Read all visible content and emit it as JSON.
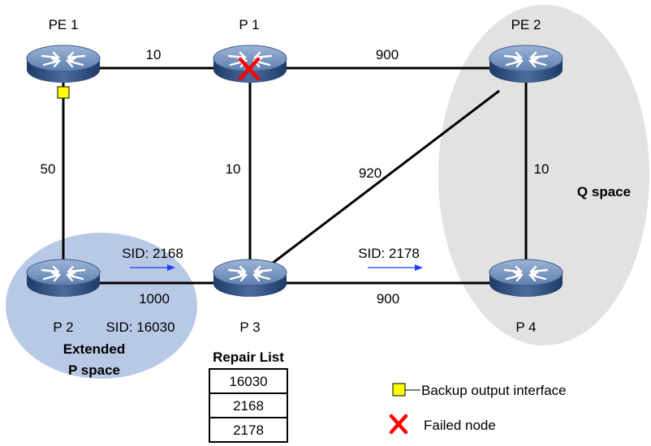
{
  "colors": {
    "link": "#000000",
    "router_top": "#6f8fb8",
    "router_side": "#2f4f7f",
    "extended_p_space": "#b8c9e6",
    "q_space": "#e2e2e2",
    "backup_interface": "#ffff00",
    "failed_node": "#ff0000",
    "sid_arrow": "#1f3fff"
  },
  "nodes": {
    "pe1": "PE 1",
    "p1": "P 1",
    "pe2": "PE 2",
    "p2": "P 2",
    "p3": "P 3",
    "p4": "P 4"
  },
  "link_costs": {
    "pe1_p1": "10",
    "p1_pe2": "900",
    "pe1_p2": "50",
    "p1_p3": "10",
    "p3_pe2": "920",
    "pe2_p4": "10",
    "p2_p3": "1000",
    "p3_p4": "900"
  },
  "sids": {
    "p2_node": "SID: 16030",
    "p2_p3_adj": "SID: 2168",
    "p3_p4_adj": "SID: 2178"
  },
  "regions": {
    "extended_p_space_line1": "Extended",
    "extended_p_space_line2": "P space",
    "q_space": "Q space"
  },
  "repair_list": {
    "title": "Repair List",
    "entries": [
      "16030",
      "2168",
      "2178"
    ]
  },
  "legend": {
    "backup_output_interface": "Backup output interface",
    "failed_node": "Failed node"
  }
}
